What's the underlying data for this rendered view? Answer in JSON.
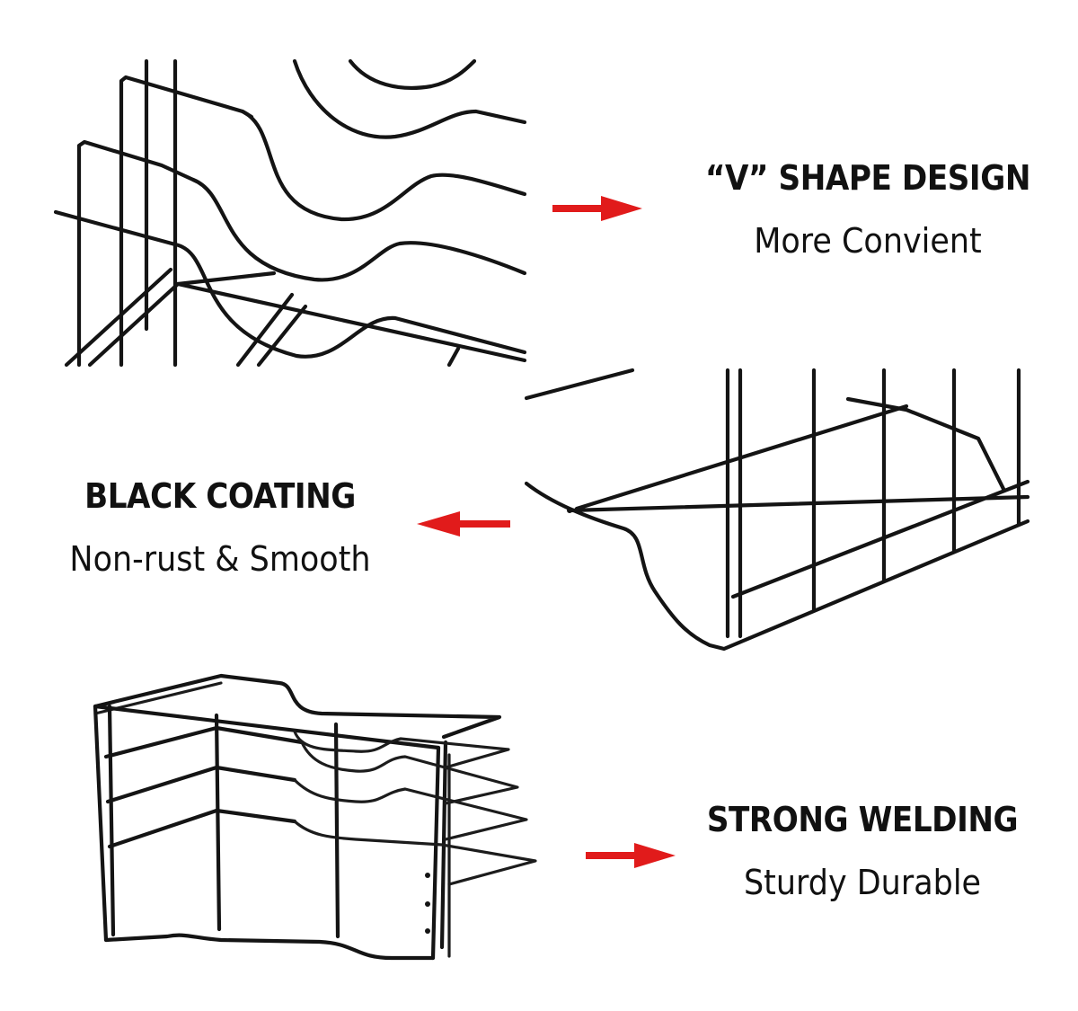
{
  "features": [
    {
      "title": "“V” SHAPE DESIGN",
      "subtitle": "More Convient"
    },
    {
      "title": "BLACK COATING",
      "subtitle": "Non-rust & Smooth"
    },
    {
      "title": "STRONG WELDING",
      "subtitle": "Sturdy Durable"
    }
  ],
  "colors": {
    "arrow": "#e11b1b",
    "wire": "#141414",
    "text": "#111111"
  },
  "icons": {
    "arrow_right": "red-arrow-right-icon",
    "arrow_left": "red-arrow-left-icon"
  }
}
